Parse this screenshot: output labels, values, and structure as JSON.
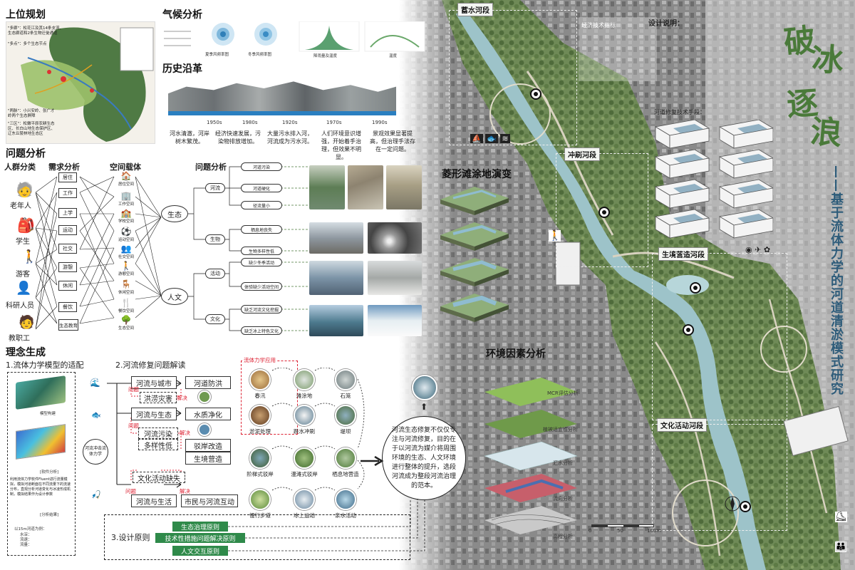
{
  "titles": {
    "upper_planning": "上位规划",
    "climate": "气候分析",
    "history": "历史沿革",
    "problem": "问题分析",
    "concept": "理念生成",
    "rhombus": "菱形滩涂地演变",
    "environment": "环境因素分析",
    "title_big_chars": [
      "破",
      "冰",
      "逐",
      "浪"
    ],
    "subtitle": "——基于流体力学的河道清淤模式研究"
  },
  "upper_planning": {
    "notes": [
      "\"多廊\"：松花江及其14条支流、生态廊道和2条生物迁徙通道",
      "\"多点\"：多个生态节点",
      "\"两脉\"：小兴安岭、张广才岭两个生态屏障",
      "\"三区\"：松嫩平原农耕生态区、长白山地生态保护区、辽东丘陵林地生态区"
    ]
  },
  "climate": {
    "labels": [
      "夏季风频率图",
      "冬季风频率图",
      "降雨量及温度",
      "温度"
    ]
  },
  "history": {
    "years": [
      "1950s",
      "1980s",
      "1920s",
      "1970s",
      "1990s"
    ],
    "items": [
      "河水清澈，河岸树木繁茂。",
      "经济快速发展，污染物排放增加。",
      "大量污水排入河，河流成为污水河。",
      "人们环境意识增强，开始着手治理，但效果不明显。",
      "景观效果显著提高，但治理手法存在一定问题。"
    ]
  },
  "problem": {
    "col_headers": [
      "人群分类",
      "需求分析",
      "空间载体",
      "问题分析"
    ],
    "people": [
      "老年人",
      "学生",
      "游客",
      "科研人员",
      "教职工"
    ],
    "needs": [
      "居住",
      "工作",
      "上学",
      "运动",
      "社交",
      "游憩",
      "休闲",
      "餐饮",
      "生态教育"
    ],
    "spaces": [
      "居住空间",
      "工作空间",
      "学校空间",
      "运动空间",
      "社交空间",
      "游憩空间",
      "休闲空间",
      "餐饮空间",
      "生态空间"
    ],
    "ecology": "生态",
    "humanity": "人文",
    "mid": [
      "河流",
      "生物",
      "活动",
      "文化"
    ],
    "issues": [
      "河道污染",
      "河道硬化",
      "径流量小",
      "栖息地丧失",
      "生物多样性低",
      "缺少冬季活动",
      "体验缺少活动空间",
      "缺乏河流文化挖掘",
      "缺乏冰上特色文化"
    ]
  },
  "concept": {
    "step1": "1.流体力学模型的适配",
    "step2": "2.河流修复问题解读",
    "step3": "3.设计原则",
    "model_steps": [
      "模型构建",
      "[软件分析]",
      "[分析结果]"
    ],
    "model_text": "利用流体力学软件Fluent进行流量模拟，模拟河道断面在不同流量下的流速分布，直观分析河道变化与冰凌形成机制，模拟结果作为设计参数",
    "model_results": [
      "以15m河道为例：",
      "水深：",
      "流速：",
      "流量："
    ],
    "side_label": "河流冲击流体力学",
    "rel_boxes": [
      "河流与城市",
      "河流与生态",
      "河流与生活"
    ],
    "red_labels": [
      "问题",
      "解决",
      "问题",
      "解决",
      "问题",
      "解决"
    ],
    "problem_boxes": [
      "洪涝灾害",
      "河流污染",
      "多样性低",
      "文化活动缺失"
    ],
    "solution_boxes": [
      "河道防洪",
      "水质净化",
      "驳岸改造",
      "生境营造",
      "市民与河流互动"
    ],
    "fluid_tag": "流体力学应用",
    "flow_caps": [
      "春汛",
      "滩涂地",
      "石笼",
      "淤泥处理",
      "跌水冲刷",
      "堤坝",
      "阶梯式驳岸",
      "漫滩式驳岸",
      "栖息地营造",
      "慢行步道",
      "冰上运动",
      "亲水活动"
    ],
    "summary": "河流生态修复不仅仅专注与河流修复，目的在于以河流为媒介将周围环境的生态、人文环境进行整体的提升，选段河流成为整段河流治理的范本。",
    "principles": [
      "生态治理原则",
      "技术性措施问题解决原则",
      "人文交互原则"
    ]
  },
  "plan": {
    "sections": [
      "蓄水河段",
      "冲刷河段",
      "生境营造河段",
      "文化活动河段"
    ],
    "econ_title": "经济技术指标",
    "econ": [],
    "design_title": "设计说明：",
    "design_text": "",
    "tech_title": "河道修复技术手段："
  },
  "legend": [],
  "environment": {
    "layers": [
      "MCR评估分析",
      "植被适宜性分析",
      "汇水分析",
      "流向分析",
      "高程分析"
    ]
  },
  "scale": {
    "zero": "0",
    "mid": "50",
    "end": "100m"
  },
  "colors": {
    "accent_red": "#dd2233",
    "principle_green": "#2f8a4a",
    "water": "#9dc3c9"
  }
}
